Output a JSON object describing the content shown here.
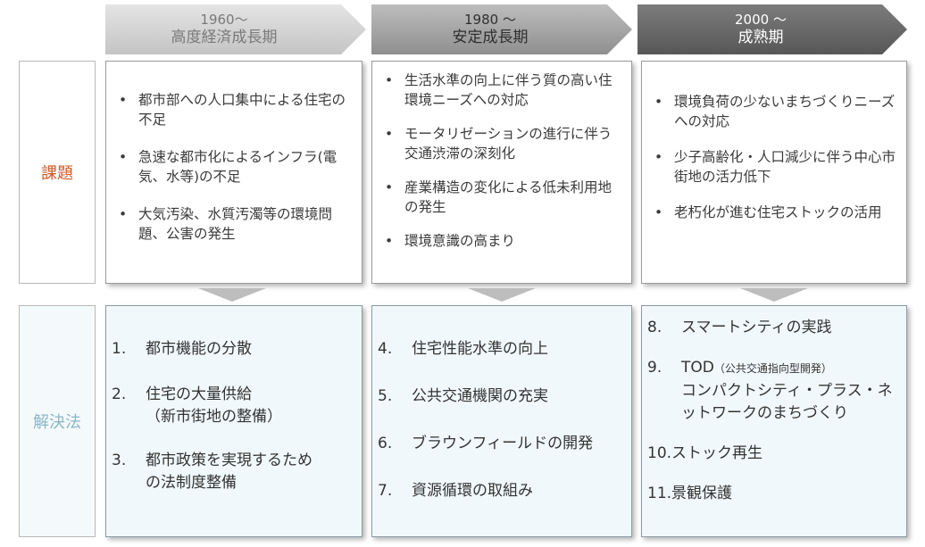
{
  "periods": [
    {
      "year": "1960～",
      "name": "高度経済成長期"
    },
    {
      "year": "1980 ～",
      "name": "安定成長期"
    },
    {
      "year": "2000 ～",
      "name": "成熟期"
    }
  ],
  "row_labels": {
    "issues": "課題",
    "solutions": "解決法"
  },
  "bullet": "•",
  "issues": [
    [
      "都市部への人口集中による住宅の不足",
      "急速な都市化によるインフラ(電気、水等)の不足",
      "大気汚染、水質汚濁等の環境問題、公害の発生"
    ],
    [
      "生活水準の向上に伴う質の高い住環境ニーズへの対応",
      "モータリゼーションの進行に伴う交通渋滞の深刻化",
      "産業構造の変化による低未利用地の発生",
      "環境意識の高まり"
    ],
    [
      "環境負荷の少ないまちづくりニーズへの対応",
      "少子高齢化・人口減少に伴う中心市街地の活力低下",
      "老朽化が進む住宅ストックの活用"
    ]
  ],
  "solutions": {
    "col1": [
      {
        "num": "1.",
        "text": "都市機能の分散"
      },
      {
        "num": "2.",
        "text": "住宅の大量供給",
        "sub": "（新市街地の整備）"
      },
      {
        "num": "3.",
        "text": "都市政策を実現するため",
        "sub": "の法制度整備"
      }
    ],
    "col2": [
      {
        "num": "4.",
        "text": "住宅性能水準の向上"
      },
      {
        "num": "5.",
        "text": "公共交通機関の充実"
      },
      {
        "num": "6.",
        "text": "ブラウンフィールドの開発"
      },
      {
        "num": "7.",
        "text": "資源循環の取組み"
      }
    ],
    "col3": [
      {
        "num": "8.",
        "text": "スマートシティの実践"
      },
      {
        "num": "9.",
        "text": "TOD",
        "note": "（公共交通指向型開発）",
        "sub": "コンパクトシティ・プラス・ネットワークのまちづくり"
      },
      {
        "num": "10.",
        "text": "ストック再生"
      },
      {
        "num": "11.",
        "text": "景観保護"
      }
    ]
  }
}
